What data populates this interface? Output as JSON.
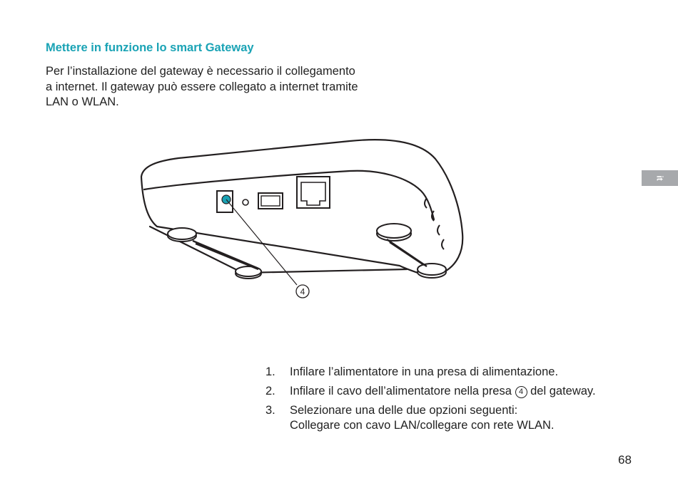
{
  "section": {
    "heading": "Mettere in funzione lo smart Gateway",
    "intro_lines": [
      "Per l’installazione del gateway è necessario il collegamento",
      "a internet. Il gateway può essere collegato a internet tramite",
      "LAN o WLAN."
    ]
  },
  "figure": {
    "callout": "4",
    "colors": {
      "accent": "#1aa3b5",
      "line": "#231f20"
    }
  },
  "side_tab": {
    "label": "it"
  },
  "steps": [
    {
      "num": "1.",
      "text": "Infilare l’alimentatore in una presa di alimentazione."
    },
    {
      "num": "2.",
      "before": "Infilare il cavo dell’alimentatore nella presa",
      "ref": "4",
      "after": "del gateway."
    },
    {
      "num": "3.",
      "line1": "Selezionare una delle due opzioni seguenti:",
      "line2": "Collegare con cavo LAN/collegare con rete WLAN."
    }
  ],
  "page_number": "68",
  "colors": {
    "heading": "#1aa3b5",
    "tab": "#a7a9ac",
    "text": "#222222"
  }
}
